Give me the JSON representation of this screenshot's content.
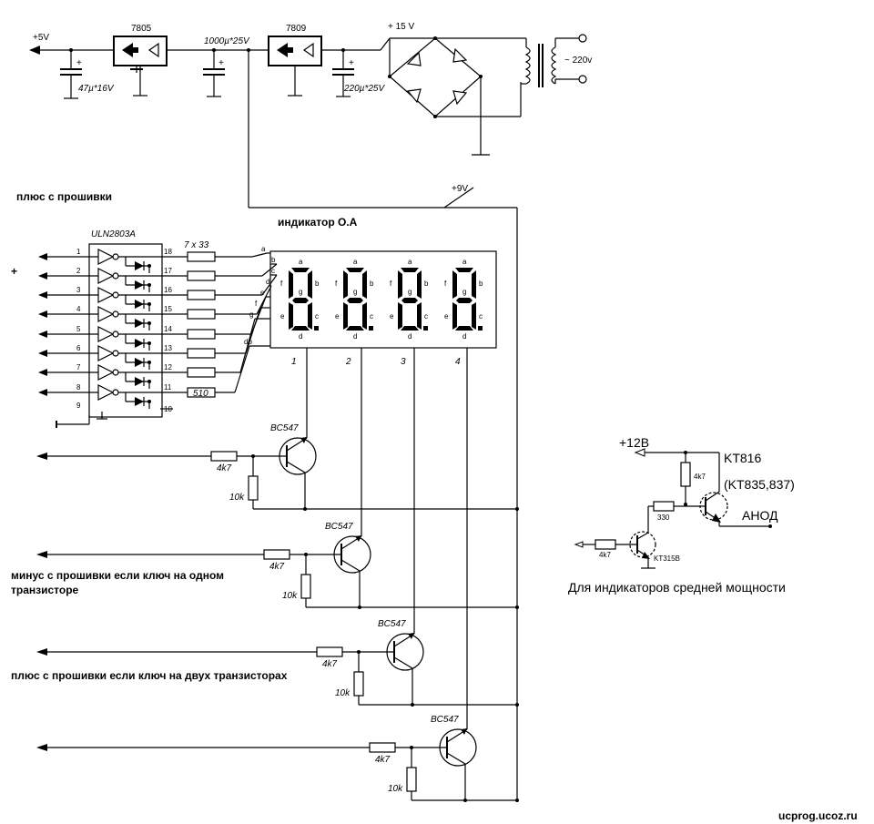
{
  "power": {
    "plus5": "+5V",
    "reg1": "7805",
    "reg2": "7809",
    "cap1": "47µ*16V",
    "cap2": "1000µ*25V",
    "cap3": "220µ*25V",
    "plus15": "+ 15 V",
    "mains": "~ 220v"
  },
  "labels": {
    "plus_fw": "плюс с прошивки",
    "plus_sign": "+",
    "plus9": "+9V",
    "indicator": "индикатор О.А",
    "uln": "ULN2803A",
    "res_array": "7 x 33",
    "res_dp": "510",
    "minus_one": "минус с прошивки если ключ на одном",
    "minus_one2": "транзисторе",
    "plus_two": "плюс с прошивки если ключ на двух транзисторах",
    "watermark": "ucprog.ucoz.ru"
  },
  "uln_pins_left": [
    "1",
    "2",
    "3",
    "4",
    "5",
    "6",
    "7",
    "8",
    "9"
  ],
  "uln_pins_right": [
    "18",
    "17",
    "16",
    "15",
    "14",
    "13",
    "12",
    "11",
    "10"
  ],
  "seg_letters": [
    "a",
    "b",
    "c",
    "d",
    "e",
    "f",
    "g",
    "dp"
  ],
  "digits": [
    "1",
    "2",
    "3",
    "4"
  ],
  "digit_seg_labels": {
    "a": "a",
    "b": "b",
    "c": "c",
    "d": "d",
    "e": "e",
    "f": "f",
    "g": "g"
  },
  "transistors": {
    "name": "BC547",
    "rb": "4k7",
    "re": "10k"
  },
  "side": {
    "plus12": "+12В",
    "kt816": "KT816",
    "kt835": "(KT835,837)",
    "anod": "АНОД",
    "r4k7a": "4k7",
    "r330": "330",
    "r4k7b": "4k7",
    "kt315": "KT315B",
    "caption": "Для индикаторов средней мощности"
  }
}
